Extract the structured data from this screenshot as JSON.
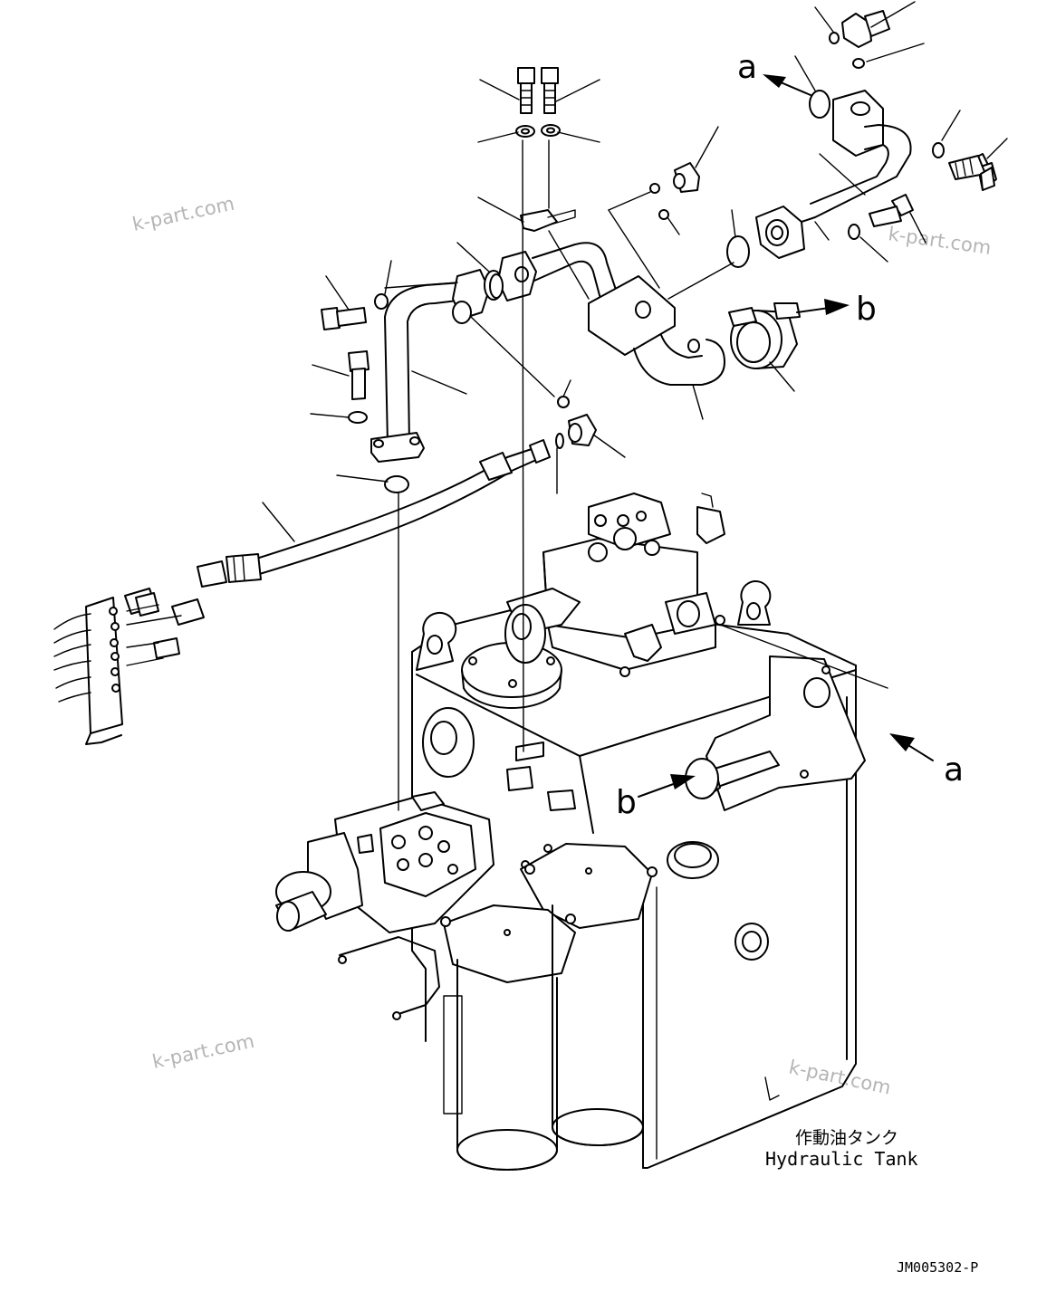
{
  "watermark": "k-part.com",
  "labels": {
    "a_top": "a",
    "b_top": "b",
    "a_bottom": "a",
    "b_bottom": "b"
  },
  "tank": {
    "name_jp": "作動油タンク",
    "name_en": "Hydraulic Tank"
  },
  "drawing_number": "JM005302-P"
}
